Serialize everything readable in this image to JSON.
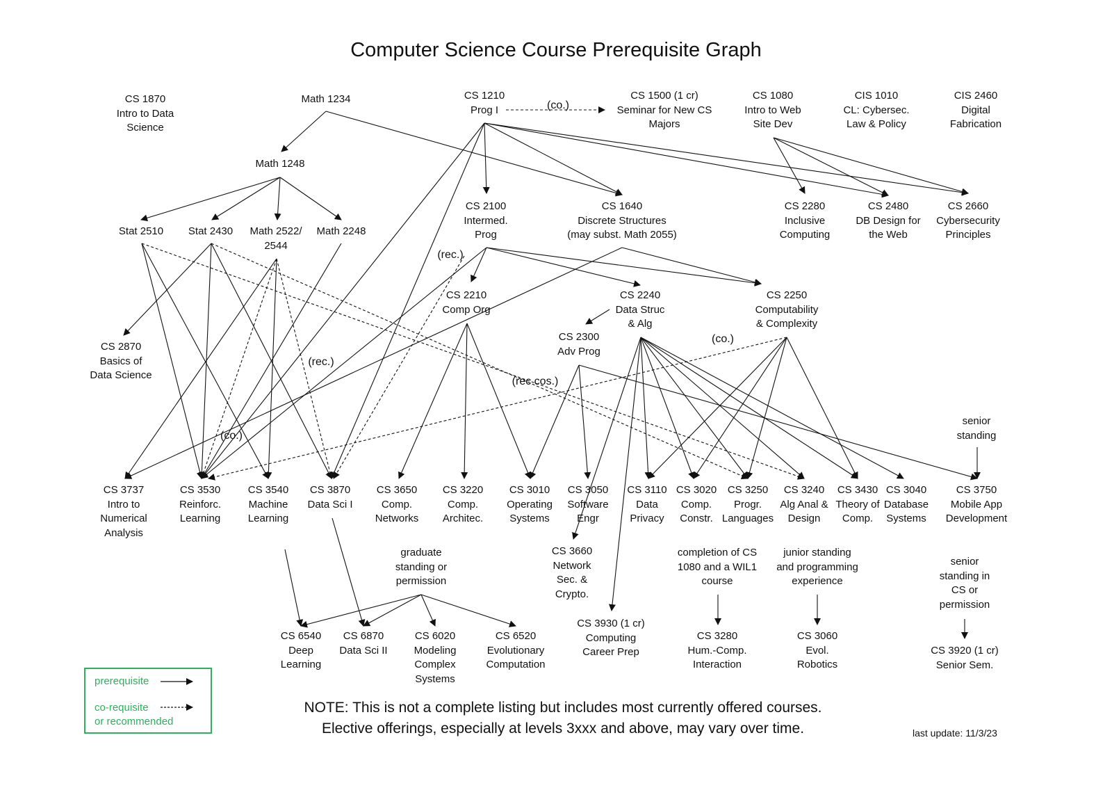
{
  "title": "Computer Science Course Prerequisite Graph",
  "nodes": [
    {
      "id": "cs1870",
      "lines": [
        "CS 1870",
        "Intro to Data",
        "Science"
      ]
    },
    {
      "id": "math1234",
      "lines": [
        "Math 1234"
      ]
    },
    {
      "id": "cs1210",
      "lines": [
        "CS 1210",
        "Prog I"
      ]
    },
    {
      "id": "cs1500",
      "lines": [
        "CS 1500 (1 cr)",
        "Seminar for New CS",
        "Majors"
      ]
    },
    {
      "id": "cs1080",
      "lines": [
        "CS 1080",
        "Intro to Web",
        "Site Dev"
      ]
    },
    {
      "id": "cis1010",
      "lines": [
        "CIS 1010",
        "CL: Cybersec.",
        "Law  & Policy"
      ]
    },
    {
      "id": "cis2460",
      "lines": [
        "CIS 2460",
        "Digital",
        "Fabrication"
      ]
    },
    {
      "id": "math1248",
      "lines": [
        "Math 1248"
      ]
    },
    {
      "id": "stat2510",
      "lines": [
        "Stat 2510"
      ]
    },
    {
      "id": "stat2430",
      "lines": [
        "Stat 2430"
      ]
    },
    {
      "id": "math2522",
      "lines": [
        "Math 2522/",
        "2544"
      ]
    },
    {
      "id": "math2248",
      "lines": [
        "Math 2248"
      ]
    },
    {
      "id": "cs2100",
      "lines": [
        "CS 2100",
        "Intermed.",
        "Prog"
      ]
    },
    {
      "id": "cs1640",
      "lines": [
        "CS 1640",
        "Discrete Structures",
        "(may subst. Math 2055)"
      ]
    },
    {
      "id": "cs2280",
      "lines": [
        "CS 2280",
        "Inclusive",
        "Computing"
      ]
    },
    {
      "id": "cs2480",
      "lines": [
        "CS 2480",
        "DB Design for",
        "the Web"
      ]
    },
    {
      "id": "cs2660",
      "lines": [
        "CS 2660",
        "Cybersecurity",
        "Principles"
      ]
    },
    {
      "id": "cs2210",
      "lines": [
        "CS 2210",
        "Comp Org"
      ]
    },
    {
      "id": "cs2240",
      "lines": [
        "CS 2240",
        "Data Struc",
        "& Alg"
      ]
    },
    {
      "id": "cs2250",
      "lines": [
        "CS 2250",
        "Computability",
        "& Complexity"
      ]
    },
    {
      "id": "cs2870",
      "lines": [
        "CS 2870",
        "Basics of",
        "Data Science"
      ]
    },
    {
      "id": "cs2300",
      "lines": [
        "CS 2300",
        "Adv Prog"
      ]
    },
    {
      "id": "senior1",
      "lines": [
        "senior",
        "standing"
      ]
    },
    {
      "id": "cs3737",
      "lines": [
        "CS 3737",
        "Intro to",
        "Numerical",
        "Analysis"
      ]
    },
    {
      "id": "cs3530",
      "lines": [
        "CS 3530",
        "Reinforc.",
        "Learning"
      ]
    },
    {
      "id": "cs3540",
      "lines": [
        "CS 3540",
        "Machine",
        "Learning"
      ]
    },
    {
      "id": "cs3870",
      "lines": [
        "CS 3870",
        "Data Sci I"
      ]
    },
    {
      "id": "cs3650",
      "lines": [
        "CS 3650",
        "Comp.",
        "Networks"
      ]
    },
    {
      "id": "cs3220",
      "lines": [
        "CS 3220",
        "Comp.",
        "Architec."
      ]
    },
    {
      "id": "cs3010",
      "lines": [
        "CS 3010",
        "Operating",
        "Systems"
      ]
    },
    {
      "id": "cs3050",
      "lines": [
        "CS 3050",
        "Software",
        "Engr"
      ]
    },
    {
      "id": "cs3110",
      "lines": [
        "CS 3110",
        "Data",
        "Privacy"
      ]
    },
    {
      "id": "cs3020",
      "lines": [
        "CS 3020",
        "Comp.",
        "Constr."
      ]
    },
    {
      "id": "cs3250",
      "lines": [
        "CS 3250",
        "Progr.",
        "Languages"
      ]
    },
    {
      "id": "cs3240",
      "lines": [
        "CS 3240",
        "Alg Anal &",
        "Design"
      ]
    },
    {
      "id": "cs3430",
      "lines": [
        "CS 3430",
        "Theory of",
        "Comp."
      ]
    },
    {
      "id": "cs3040",
      "lines": [
        "CS 3040",
        "Database",
        "Systems"
      ]
    },
    {
      "id": "cs3750",
      "lines": [
        "CS 3750",
        "Mobile App",
        "Development"
      ]
    },
    {
      "id": "cs3660",
      "lines": [
        "CS 3660",
        "Network",
        "Sec. &",
        "Crypto."
      ]
    },
    {
      "id": "grad",
      "lines": [
        "graduate",
        "standing  or",
        "permission"
      ]
    },
    {
      "id": "completion",
      "lines": [
        "completion of CS",
        "1080 and a WIL1",
        "course"
      ]
    },
    {
      "id": "junior",
      "lines": [
        "junior standing",
        "and programming",
        "experience"
      ]
    },
    {
      "id": "senior2",
      "lines": [
        "senior",
        "standing  in",
        "CS or",
        "permission"
      ]
    },
    {
      "id": "cs3930",
      "lines": [
        "CS 3930 (1 cr)",
        "Computing",
        "Career Prep"
      ]
    },
    {
      "id": "cs6540",
      "lines": [
        "CS 6540",
        "Deep",
        "Learning"
      ]
    },
    {
      "id": "cs6870",
      "lines": [
        "CS 6870",
        "Data Sci II"
      ]
    },
    {
      "id": "cs6020",
      "lines": [
        "CS 6020",
        "Modeling",
        "Complex",
        "Systems"
      ]
    },
    {
      "id": "cs6520",
      "lines": [
        "CS 6520",
        "Evolutionary",
        "Computation"
      ]
    },
    {
      "id": "cs3280",
      "lines": [
        "CS 3280",
        "Hum.-Comp.",
        "Interaction"
      ]
    },
    {
      "id": "cs3060",
      "lines": [
        "CS 3060",
        "Evol.",
        "Robotics"
      ]
    },
    {
      "id": "cs3920",
      "lines": [
        "CS 3920 (1 cr)",
        "Senior Sem."
      ]
    }
  ],
  "edges": [
    {
      "from": "math1234",
      "to": "math1248",
      "type": "prerequisite"
    },
    {
      "from": "math1234",
      "to": "cs1640",
      "type": "prerequisite"
    },
    {
      "from": "cs1210",
      "to": "cs1500",
      "type": "co-requisite"
    },
    {
      "from": "cs1210",
      "to": "cs2100",
      "type": "prerequisite"
    },
    {
      "from": "cs1210",
      "to": "cs1640",
      "type": "prerequisite"
    },
    {
      "from": "cs1210",
      "to": "cs2480",
      "type": "prerequisite"
    },
    {
      "from": "cs1210",
      "to": "cs2660",
      "type": "prerequisite"
    },
    {
      "from": "cs1210",
      "to": "cs3530",
      "type": "prerequisite"
    },
    {
      "from": "cs1210",
      "to": "cs3870",
      "type": "prerequisite"
    },
    {
      "from": "cs1080",
      "to": "cs2280",
      "type": "prerequisite"
    },
    {
      "from": "cs1080",
      "to": "cs2480",
      "type": "prerequisite"
    },
    {
      "from": "cs1080",
      "to": "cs2660",
      "type": "prerequisite"
    },
    {
      "from": "math1248",
      "to": "stat2510",
      "type": "prerequisite"
    },
    {
      "from": "math1248",
      "to": "stat2430",
      "type": "prerequisite"
    },
    {
      "from": "math1248",
      "to": "math2522",
      "type": "prerequisite"
    },
    {
      "from": "math1248",
      "to": "math2248",
      "type": "prerequisite"
    },
    {
      "from": "stat2510",
      "to": "cs3530",
      "type": "prerequisite"
    },
    {
      "from": "stat2510",
      "to": "cs3540",
      "type": "prerequisite"
    },
    {
      "from": "stat2510",
      "to": "cs3240",
      "type": "recommended"
    },
    {
      "from": "stat2430",
      "to": "cs2870",
      "type": "prerequisite"
    },
    {
      "from": "stat2430",
      "to": "cs3530",
      "type": "prerequisite"
    },
    {
      "from": "stat2430",
      "to": "cs3870",
      "type": "prerequisite"
    },
    {
      "from": "stat2430",
      "to": "cs3250",
      "type": "recommended"
    },
    {
      "from": "math2522",
      "to": "cs3737",
      "type": "prerequisite"
    },
    {
      "from": "math2522",
      "to": "cs3530",
      "type": "co-requisite"
    },
    {
      "from": "math2522",
      "to": "cs3540",
      "type": "prerequisite"
    },
    {
      "from": "math2522",
      "to": "cs3870",
      "type": "recommended"
    },
    {
      "from": "math2248",
      "to": "cs3530",
      "type": "prerequisite"
    },
    {
      "from": "cs2100",
      "to": "cs2210",
      "type": "prerequisite"
    },
    {
      "from": "cs2100",
      "to": "cs2240",
      "type": "prerequisite"
    },
    {
      "from": "cs2100",
      "to": "cs2250",
      "type": "prerequisite"
    },
    {
      "from": "cs2100",
      "to": "cs3530",
      "type": "prerequisite"
    },
    {
      "from": "cs2100",
      "to": "cs3870",
      "type": "recommended"
    },
    {
      "from": "cs1640",
      "to": "cs2250",
      "type": "prerequisite"
    },
    {
      "from": "cs1640",
      "to": "cs3737",
      "type": "prerequisite"
    },
    {
      "from": "cs2210",
      "to": "cs3650",
      "type": "prerequisite"
    },
    {
      "from": "cs2210",
      "to": "cs3220",
      "type": "prerequisite"
    },
    {
      "from": "cs2210",
      "to": "cs3010",
      "type": "prerequisite"
    },
    {
      "from": "cs2240",
      "to": "cs2300",
      "type": "prerequisite"
    },
    {
      "from": "cs2240",
      "to": "cs3660",
      "type": "prerequisite"
    },
    {
      "from": "cs2240",
      "to": "cs3930",
      "type": "prerequisite"
    },
    {
      "from": "cs2240",
      "to": "cs3110",
      "type": "prerequisite"
    },
    {
      "from": "cs2240",
      "to": "cs3020",
      "type": "prerequisite"
    },
    {
      "from": "cs2240",
      "to": "cs3250",
      "type": "prerequisite"
    },
    {
      "from": "cs2240",
      "to": "cs3240",
      "type": "prerequisite"
    },
    {
      "from": "cs2240",
      "to": "cs3430",
      "type": "prerequisite"
    },
    {
      "from": "cs2240",
      "to": "cs3040",
      "type": "prerequisite"
    },
    {
      "from": "cs2250",
      "to": "cs3530",
      "type": "co-requisite"
    },
    {
      "from": "cs2250",
      "to": "cs3110",
      "type": "prerequisite"
    },
    {
      "from": "cs2250",
      "to": "cs3020",
      "type": "prerequisite"
    },
    {
      "from": "cs2250",
      "to": "cs3250",
      "type": "prerequisite"
    },
    {
      "from": "cs2250",
      "to": "cs3430",
      "type": "prerequisite"
    },
    {
      "from": "cs2300",
      "to": "cs3010",
      "type": "prerequisite"
    },
    {
      "from": "cs2300",
      "to": "cs3050",
      "type": "prerequisite"
    },
    {
      "from": "cs2300",
      "to": "cs3750",
      "type": "prerequisite"
    },
    {
      "from": "senior1",
      "to": "cs3750",
      "type": "prerequisite"
    },
    {
      "from": "grad",
      "to": "cs6540",
      "type": "prerequisite"
    },
    {
      "from": "grad",
      "to": "cs6870",
      "type": "prerequisite"
    },
    {
      "from": "grad",
      "to": "cs6020",
      "type": "prerequisite"
    },
    {
      "from": "grad",
      "to": "cs6520",
      "type": "prerequisite"
    },
    {
      "from": "cs3540",
      "to": "cs6540",
      "type": "prerequisite"
    },
    {
      "from": "cs3870",
      "to": "cs6870",
      "type": "prerequisite"
    },
    {
      "from": "completion",
      "to": "cs3280",
      "type": "prerequisite"
    },
    {
      "from": "junior",
      "to": "cs3060",
      "type": "prerequisite"
    },
    {
      "from": "senior2",
      "to": "cs3920",
      "type": "prerequisite"
    }
  ],
  "edge_labels": [
    "(co.)",
    "(rec.)",
    "(rec.)",
    "(co.)",
    "(rec cos.)",
    "(co.)"
  ],
  "legend": {
    "prerequisite": "prerequisite",
    "corequisite_line1": "co-requisite",
    "corequisite_line2": "or recommended",
    "color": "#2bb15b"
  },
  "note": {
    "line1": "NOTE: This is not a complete listing but includes most currently offered courses.",
    "line2": "Elective offerings, especially at levels 3xxx and above, may vary over time."
  },
  "last_update": "last update: 11/3/23"
}
